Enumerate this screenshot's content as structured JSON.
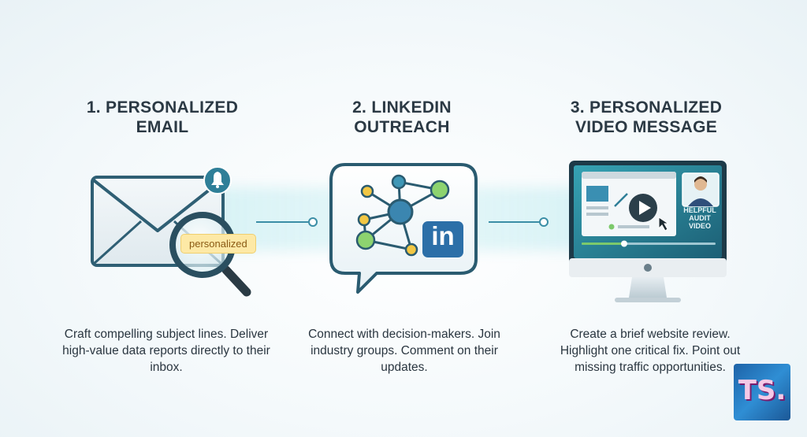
{
  "steps": [
    {
      "title": "1. PERSONALIZED EMAIL",
      "description": "Craft compelling subject lines. Deliver high-value data reports directly to their inbox.",
      "icon": "email-envelope-icon",
      "badge": "personalized"
    },
    {
      "title": "2. LINKEDIN OUTREACH",
      "description": "Connect with decision-makers. Join industry groups. Comment on their updates.",
      "icon": "linkedin-network-icon",
      "logo_text": "in"
    },
    {
      "title": "3. PERSONALIZED VIDEO MESSAGE",
      "description": "Create a brief website review. Highlight one critical fix. Point out missing traffic opportunities.",
      "icon": "video-monitor-icon",
      "video_label": "HELPFUL AUDIT VIDEO"
    }
  ],
  "watermark": "TS.",
  "colors": {
    "teal_dark": "#1f5a73",
    "teal": "#2e8aa6",
    "green": "#7cc96b",
    "yellow": "#f2c744",
    "linkedin_blue": "#2c6fa8"
  }
}
